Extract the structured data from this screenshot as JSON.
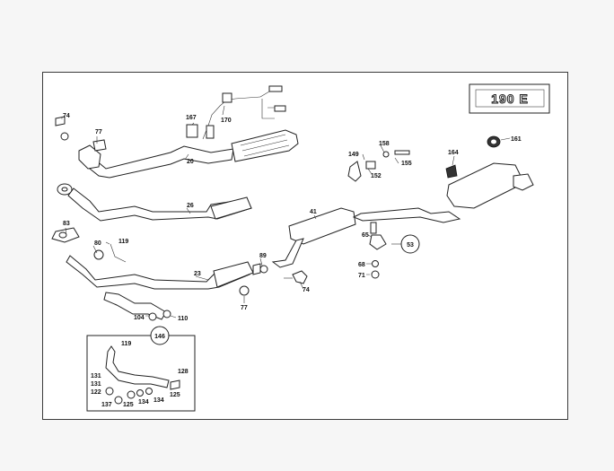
{
  "model_badge": "190 E",
  "callouts": {
    "c74a": "74",
    "c77a": "77",
    "c167": "167",
    "c170": "170",
    "c20": "20",
    "c26": "26",
    "c83": "83",
    "c80": "80",
    "c119a": "119",
    "c23": "23",
    "c89": "89",
    "c77b": "77",
    "c74b": "74",
    "c41": "41",
    "c104": "104",
    "c110": "110",
    "c146": "146",
    "c149": "149",
    "c158": "158",
    "c155": "155",
    "c152": "152",
    "c164": "164",
    "c161": "161",
    "c65": "65",
    "c53": "53",
    "c68": "68",
    "c71": "71",
    "c119b": "119",
    "c131a": "131",
    "c131b": "131",
    "c122": "122",
    "c128": "128",
    "c125a": "125",
    "c134a": "134",
    "c137": "137",
    "c125b": "125",
    "c134b": "134"
  }
}
